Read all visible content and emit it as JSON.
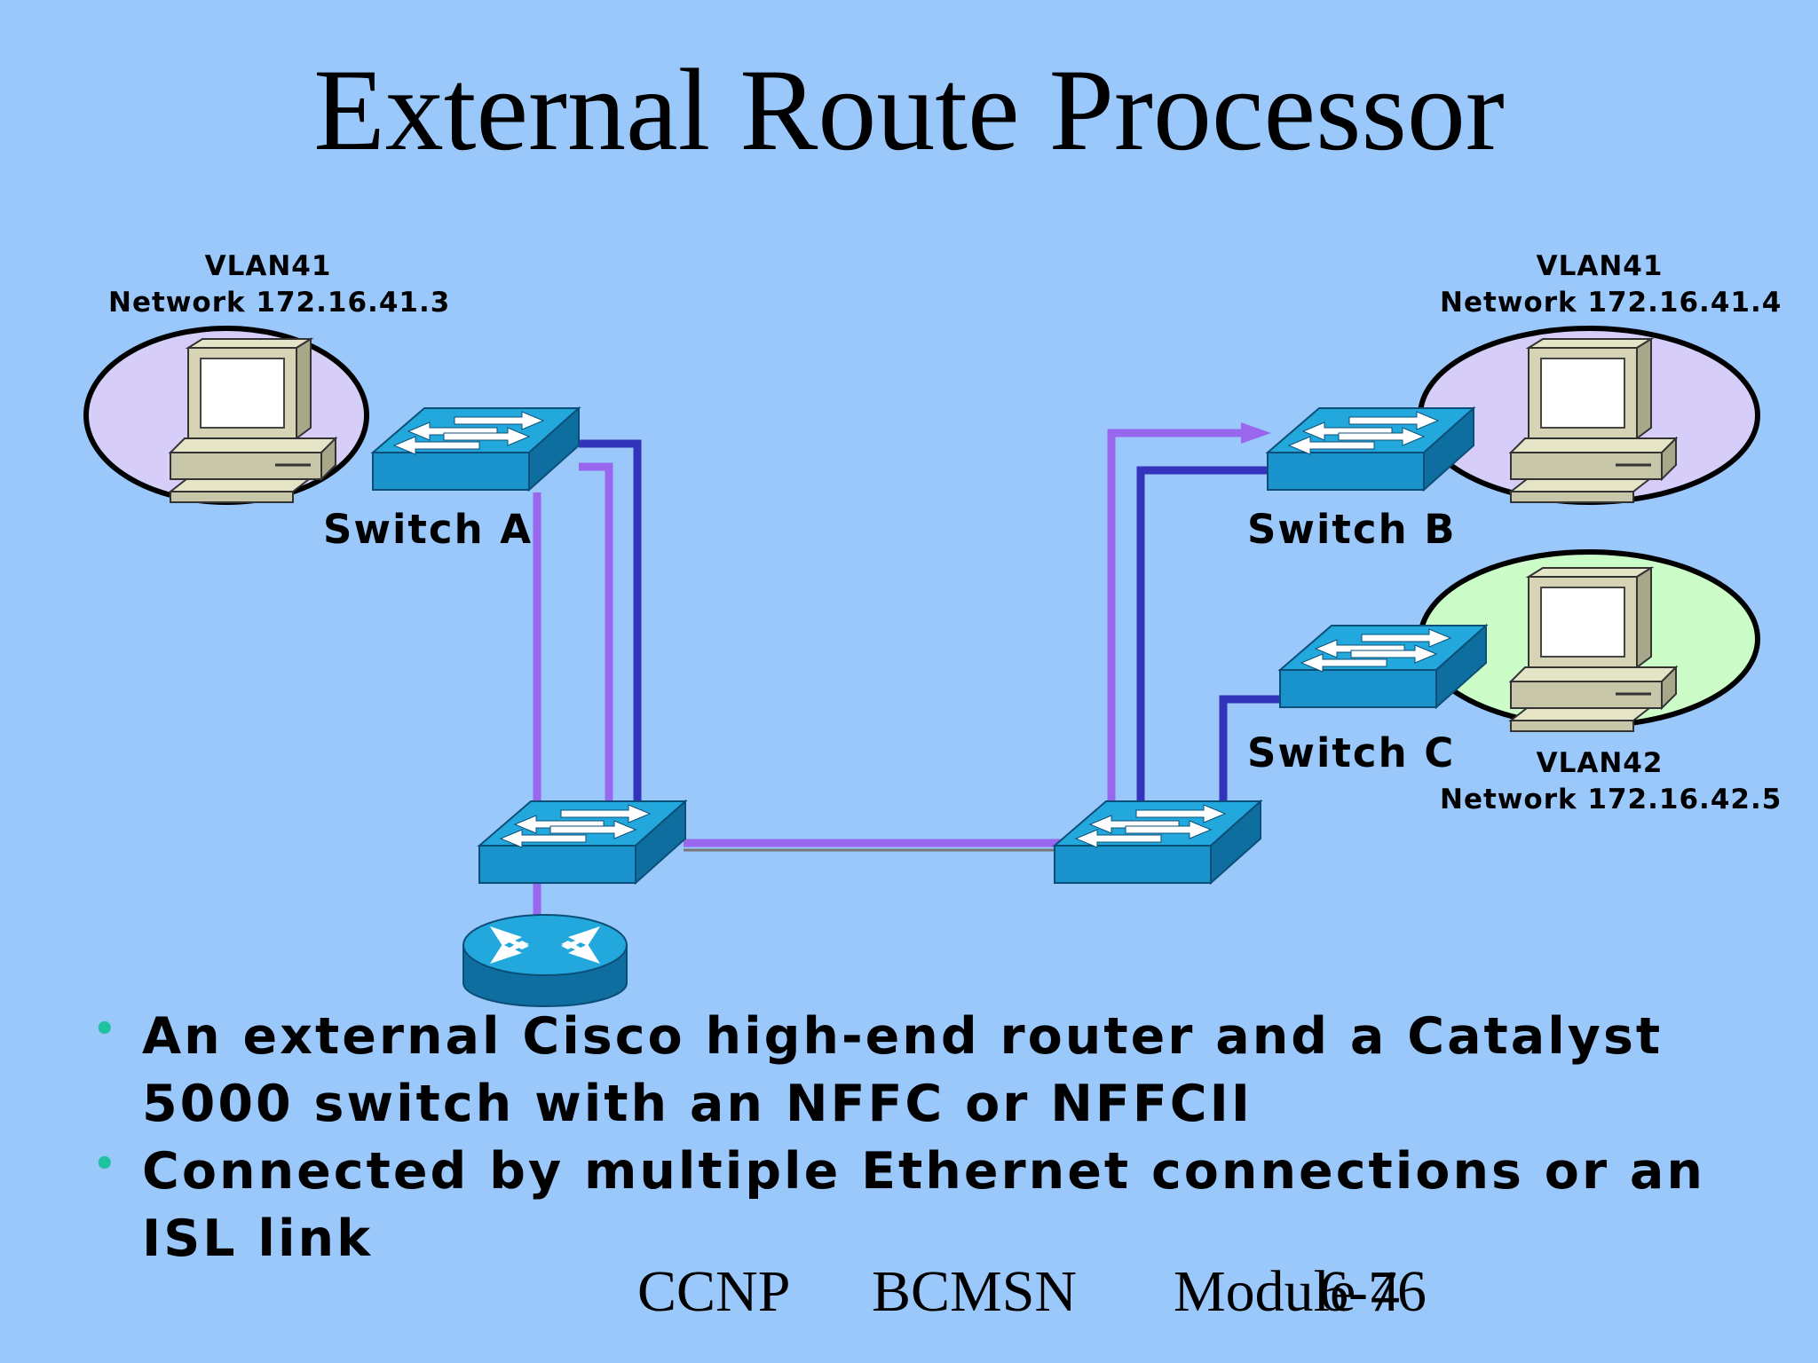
{
  "title": "External Route Processor",
  "networks": [
    {
      "name": "VLAN41",
      "address": "Network 172.16.41.3",
      "fill": "#d6cef8"
    },
    {
      "name": "VLAN41",
      "address": "Network 172.16.41.4",
      "fill": "#d6cef8"
    },
    {
      "name": "VLAN42",
      "address": "Network 172.16.42.5",
      "fill": "#ccfcc8"
    }
  ],
  "switches": {
    "a": "Switch A",
    "b": "Switch B",
    "c": "Switch C"
  },
  "bullets": [
    "An external Cisco high-end router and a Catalyst 5000 switch with an NFFC or NFFCII",
    "Connected by multiple Ethernet connections or an ISL link"
  ],
  "footer": {
    "left": "CCNP",
    "middle": "BCMSN",
    "right": "Module 4",
    "page": "6-76"
  },
  "colors": {
    "background": "#9bc8fa",
    "vlan41_link": "#9966ee",
    "vlan42_link": "#3333bb",
    "switch_top": "#22a8dd",
    "switch_side": "#0f6ea0",
    "bullet": "#1fc2a0"
  },
  "icons": [
    "workstation-icon",
    "switch-icon",
    "router-icon"
  ]
}
